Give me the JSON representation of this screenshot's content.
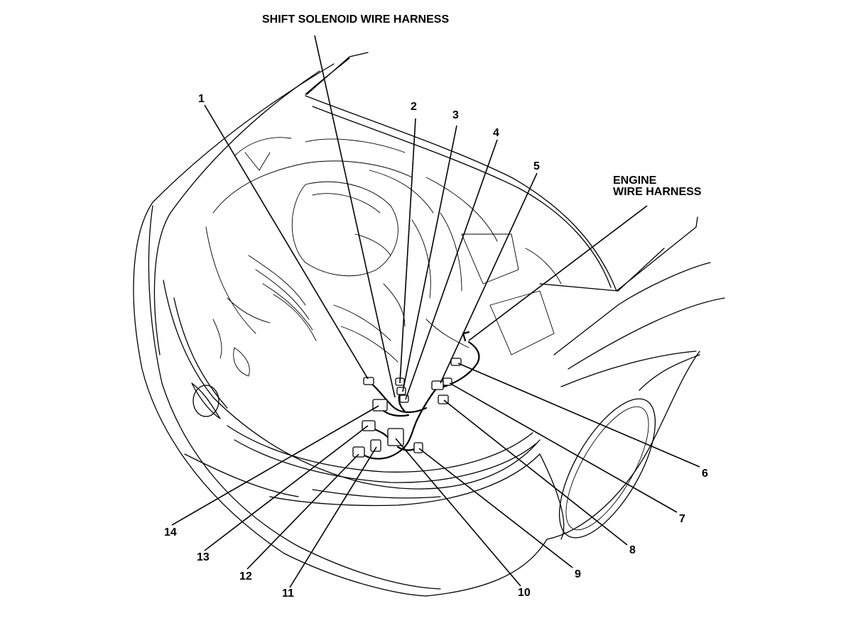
{
  "labels": {
    "shift_solenoid": "SHIFT SOLENOID WIRE HARNESS",
    "engine_line1": "ENGINE",
    "engine_line2": "WIRE HARNESS"
  },
  "callouts": [
    "1",
    "2",
    "3",
    "4",
    "5",
    "6",
    "7",
    "8",
    "9",
    "10",
    "11",
    "12",
    "13",
    "14"
  ]
}
